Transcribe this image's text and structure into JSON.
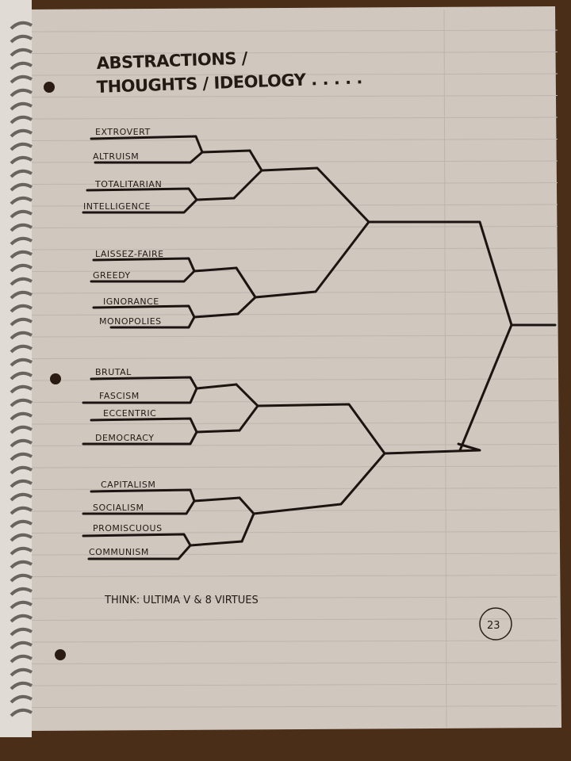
{
  "notebook": {
    "title_line1": "Abstractions /",
    "title_line2": "Thoughts / Ideology . . . . .",
    "entrants": [
      "Extrovert",
      "Altruism",
      "Totalitarian",
      "Intelligence",
      "Laissez-Faire",
      "Greedy",
      "Ignorance",
      "Monopolies",
      "Brutal",
      "Fascism",
      "Eccentric",
      "Democracy",
      "Capitalism",
      "Socialism",
      "Promiscuous",
      "Communism"
    ],
    "note": "Think: Ultima V & 8 Virtues",
    "page_number": "23"
  },
  "colors": {
    "paper": "#d2cac1",
    "ink": "#1c1410",
    "background": "#4a2e18"
  }
}
